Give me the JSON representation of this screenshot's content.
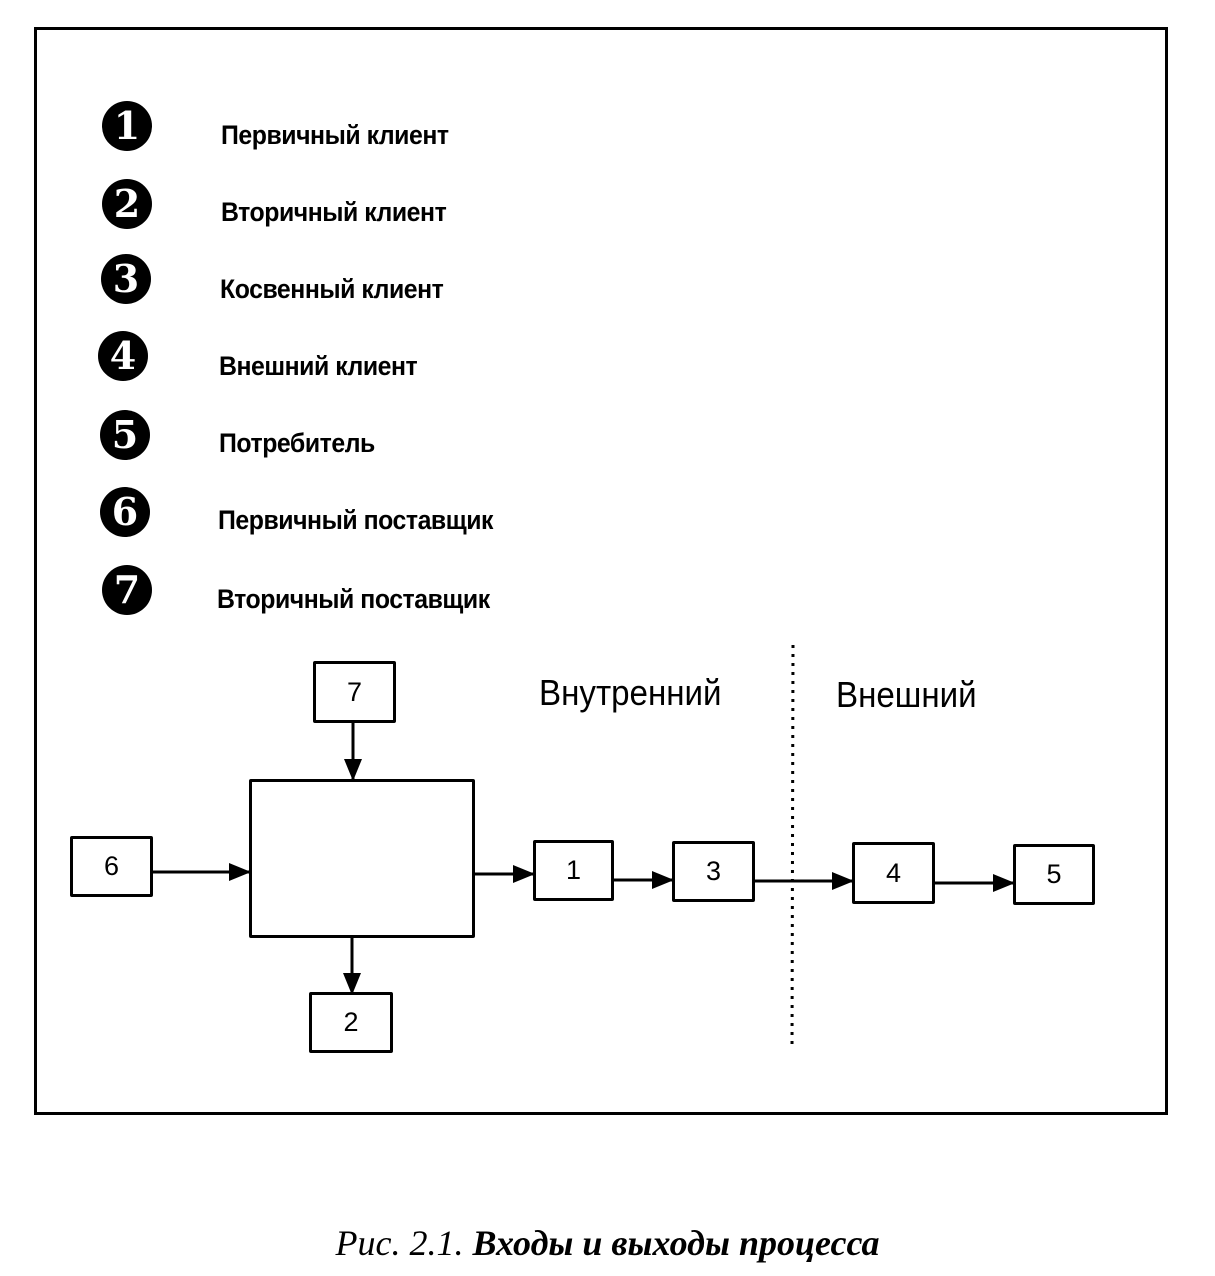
{
  "legend": [
    {
      "number": "1",
      "label": "Первичный клиент"
    },
    {
      "number": "2",
      "label": "Вторичный клиент"
    },
    {
      "number": "3",
      "label": "Косвенный клиент"
    },
    {
      "number": "4",
      "label": "Внешний клиент"
    },
    {
      "number": "5",
      "label": "Потребитель"
    },
    {
      "number": "6",
      "label": "Первичный поставщик"
    },
    {
      "number": "7",
      "label": "Вторичный поставщик"
    }
  ],
  "zones": {
    "internal": "Внутренний",
    "external": "Внешний"
  },
  "diagram": {
    "process_label": "",
    "nodes": {
      "n7": "7",
      "n6": "6",
      "n2": "2",
      "n1": "1",
      "n3": "3",
      "n4": "4",
      "n5": "5"
    },
    "flows": [
      {
        "from": "6",
        "to": "process"
      },
      {
        "from": "7",
        "to": "process"
      },
      {
        "from": "process",
        "to": "2"
      },
      {
        "from": "process",
        "to": "1"
      },
      {
        "from": "1",
        "to": "3"
      },
      {
        "from": "3",
        "to": "4"
      },
      {
        "from": "4",
        "to": "5"
      }
    ]
  },
  "caption": {
    "prefix": "Рис. 2.1.",
    "title": "Входы и выходы процесса"
  }
}
